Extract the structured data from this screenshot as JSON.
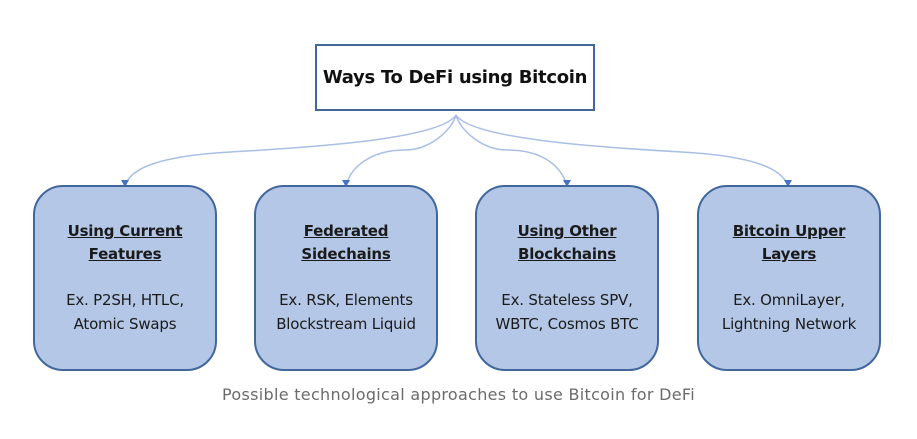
{
  "diagram": {
    "title": "Ways To DeFi using Bitcoin",
    "nodes": [
      {
        "heading": "Using Current\nFeatures",
        "examples": "Ex. P2SH, HTLC,\nAtomic Swaps"
      },
      {
        "heading": "Federated\nSidechains",
        "examples": "Ex. RSK, Elements\nBlockstream Liquid"
      },
      {
        "heading": "Using Other\nBlockchains",
        "examples": "Ex. Stateless SPV,\nWBTC, Cosmos BTC"
      },
      {
        "heading": "Bitcoin Upper\nLayers",
        "examples": "Ex. OmniLayer,\nLightning Network"
      }
    ],
    "colors": {
      "node_fill": "#b4c7e7",
      "border": "#41679c",
      "connector": "#8eaadb"
    }
  },
  "caption": "Possible technological approaches to use Bitcoin for DeFi"
}
